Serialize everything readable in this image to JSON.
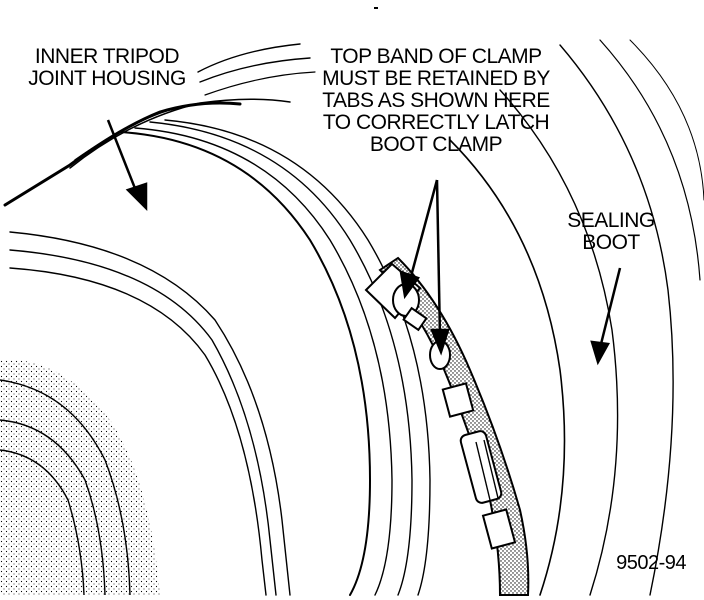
{
  "labels": {
    "inner_tripod": {
      "lines": [
        "INNER TRIPOD",
        "JOINT HOUSING"
      ]
    },
    "top_band": {
      "lines": [
        "TOP BAND OF CLAMP",
        "MUST BE RETAINED BY",
        "TABS AS SHOWN HERE",
        "TO CORRECTLY LATCH",
        "BOOT CLAMP"
      ]
    },
    "sealing_boot": {
      "lines": [
        "SEALING",
        "BOOT"
      ]
    },
    "figure_number": "9502-94"
  },
  "colors": {
    "ink": "#000000",
    "paper": "#ffffff"
  }
}
